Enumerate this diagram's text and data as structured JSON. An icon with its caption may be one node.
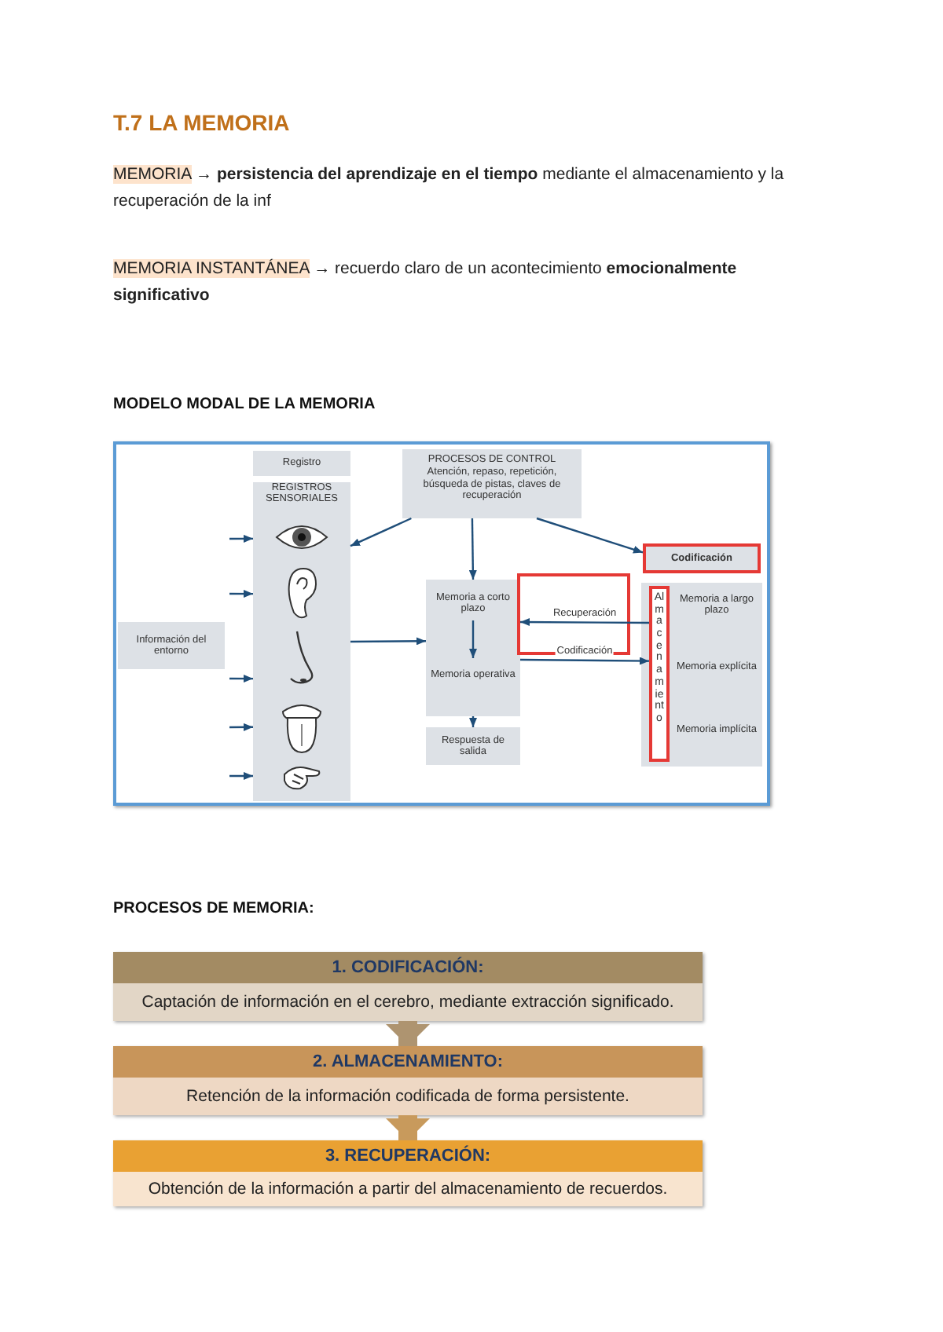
{
  "diagram": {
    "title": "T.7 LA MEMORIA",
    "nodes": [
      {
        "text": [
          "Información del entorno"
        ]
      },
      {
        "text": [
          "Registro"
        ]
      },
      {
        "text": [
          "REGISTROS SENSORIALES"
        ]
      },
      {
        "text": [
          "PROCESOS DE CONTROL",
          "Atención, repaso, repetición, búsqueda de pistas, claves de recuperación"
        ]
      },
      {
        "text": [],
        "shape": "box"
      },
      {
        "text": [
          "Memoria a corto plazo"
        ],
        "in": 4
      },
      {
        "text": [
          "Memoria operativa"
        ],
        "in": 4
      },
      {
        "text": [
          "Respuesta de salida"
        ]
      },
      {
        "text": [
          "Codificación"
        ]
      },
      {
        "text": [],
        "shape": "box"
      },
      {
        "text": [
          "Almacenamiento"
        ],
        "in": 9
      },
      {
        "text": [
          "Memoria a largo plazo"
        ],
        "in": 9
      },
      {
        "text": [
          "Memoria explícita"
        ],
        "in": 9
      },
      {
        "text": [
          "Memoria implícita"
        ],
        "in": 9
      },
      {
        "text": [
          "1. CODIFICACIÓN:",
          "Captación de información en el cerebro, mediante extracción significado."
        ]
      },
      {
        "text": [
          "2. ALMACENAMIENTO:",
          "Retención de la información codificada de forma persistente."
        ]
      },
      {
        "text": [
          "3. RECUPERACIÓN:",
          "Obtención de la información a partir del almacenamiento de recuerdos."
        ]
      }
    ],
    "edges": [
      {
        "from": null,
        "to": 2,
        "arrow": "to"
      },
      {
        "from": null,
        "to": 2,
        "arrow": "to"
      },
      {
        "from": 0,
        "to": 2,
        "arrow": "to"
      },
      {
        "from": null,
        "to": 2,
        "arrow": "to"
      },
      {
        "from": null,
        "to": 2,
        "arrow": "to"
      },
      {
        "from": 3,
        "to": 2,
        "arrow": "to"
      },
      {
        "from": 3,
        "to": 4,
        "arrow": "to"
      },
      {
        "from": 3,
        "to": 8,
        "arrow": "to"
      },
      {
        "from": 2,
        "to": 4,
        "arrow": "to"
      },
      {
        "from": 5,
        "to": 6,
        "arrow": "to"
      },
      {
        "from": 4,
        "to": 7,
        "arrow": "to"
      },
      {
        "from": 10,
        "to": 4,
        "arrow": "to",
        "label": "Recuperación"
      },
      {
        "from": 4,
        "to": 10,
        "arrow": "to",
        "label": "Codificación"
      },
      {
        "from": 14,
        "to": 15,
        "arrow": "to",
        "style": "thick",
        "color": "#ae9470"
      },
      {
        "from": 15,
        "to": 16,
        "arrow": "to",
        "style": "thick",
        "color": "#c89a5c"
      }
    ],
    "labels": [
      "MEMORIA",
      "→ **persistencia del aprendizaje en el tiempo** mediante el almacenamiento y la recuperación de la inf",
      "MEMORIA INSTANTÁNEA",
      "→ recuerdo claro de un acontecimiento **emocionalmente significativo**",
      "MODELO MODAL DE LA MEMORIA",
      "PROCESOS DE MEMORIA:"
    ]
  }
}
